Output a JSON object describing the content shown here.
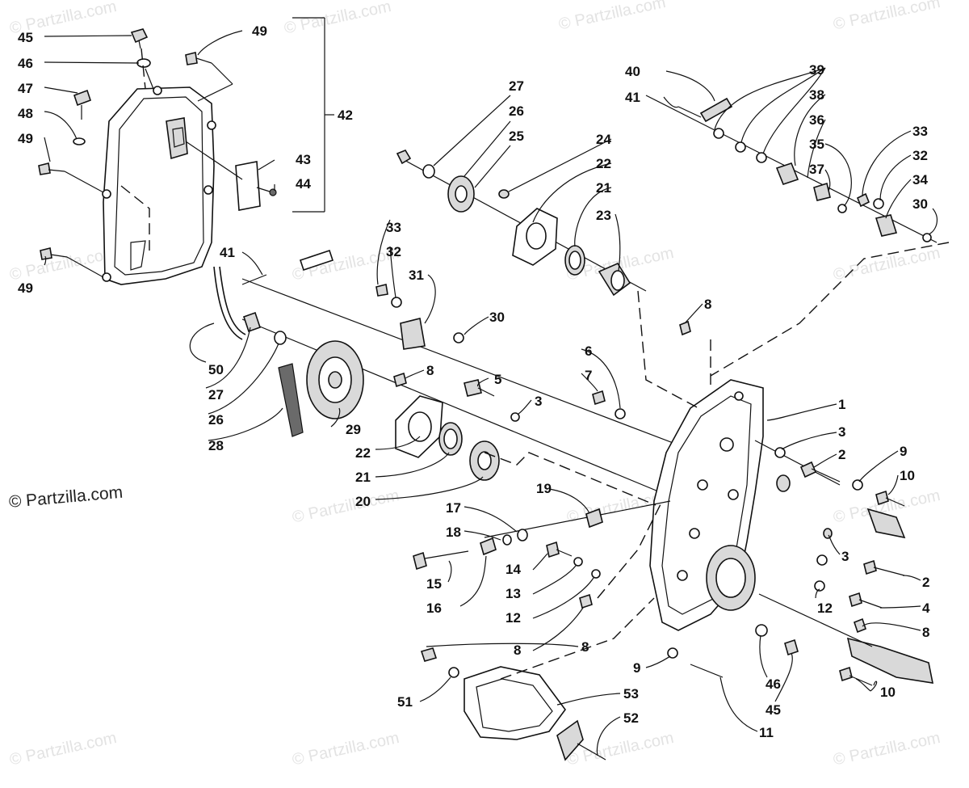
{
  "watermark": "© Partzilla.com",
  "credit": "© Partzilla.com",
  "callouts": {
    "c1": "1",
    "c2a": "2",
    "c2b": "2",
    "c3a": "3",
    "c3b": "3",
    "c3c": "3",
    "c4": "4",
    "c5": "5",
    "c6": "6",
    "c7": "7",
    "c8a": "8",
    "c8b": "8",
    "c8c": "8",
    "c8d": "8",
    "c8e": "8",
    "c9a": "9",
    "c9b": "9",
    "c10a": "10",
    "c10b": "10",
    "c11": "11",
    "c12a": "12",
    "c12b": "12",
    "c13": "13",
    "c14": "14",
    "c15": "15",
    "c16": "16",
    "c17": "17",
    "c18": "18",
    "c19": "19",
    "c20": "20",
    "c21a": "21",
    "c21b": "21",
    "c22a": "22",
    "c22b": "22",
    "c23": "23",
    "c24": "24",
    "c25": "25",
    "c26a": "26",
    "c26b": "26",
    "c27a": "27",
    "c27b": "27",
    "c28": "28",
    "c29": "29",
    "c30a": "30",
    "c30b": "30",
    "c31": "31",
    "c32a": "32",
    "c32b": "32",
    "c33a": "33",
    "c33b": "33",
    "c34": "34",
    "c35": "35",
    "c36": "36",
    "c37": "37",
    "c38": "38",
    "c39": "39",
    "c40": "40",
    "c41a": "41",
    "c41b": "41",
    "c42": "42",
    "c43": "43",
    "c44": "44",
    "c45a": "45",
    "c45b": "45",
    "c46a": "46",
    "c46b": "46",
    "c47": "47",
    "c48": "48",
    "c49a": "49",
    "c49b": "49",
    "c49c": "49",
    "c50": "50",
    "c51": "51",
    "c52": "52",
    "c53": "53"
  }
}
